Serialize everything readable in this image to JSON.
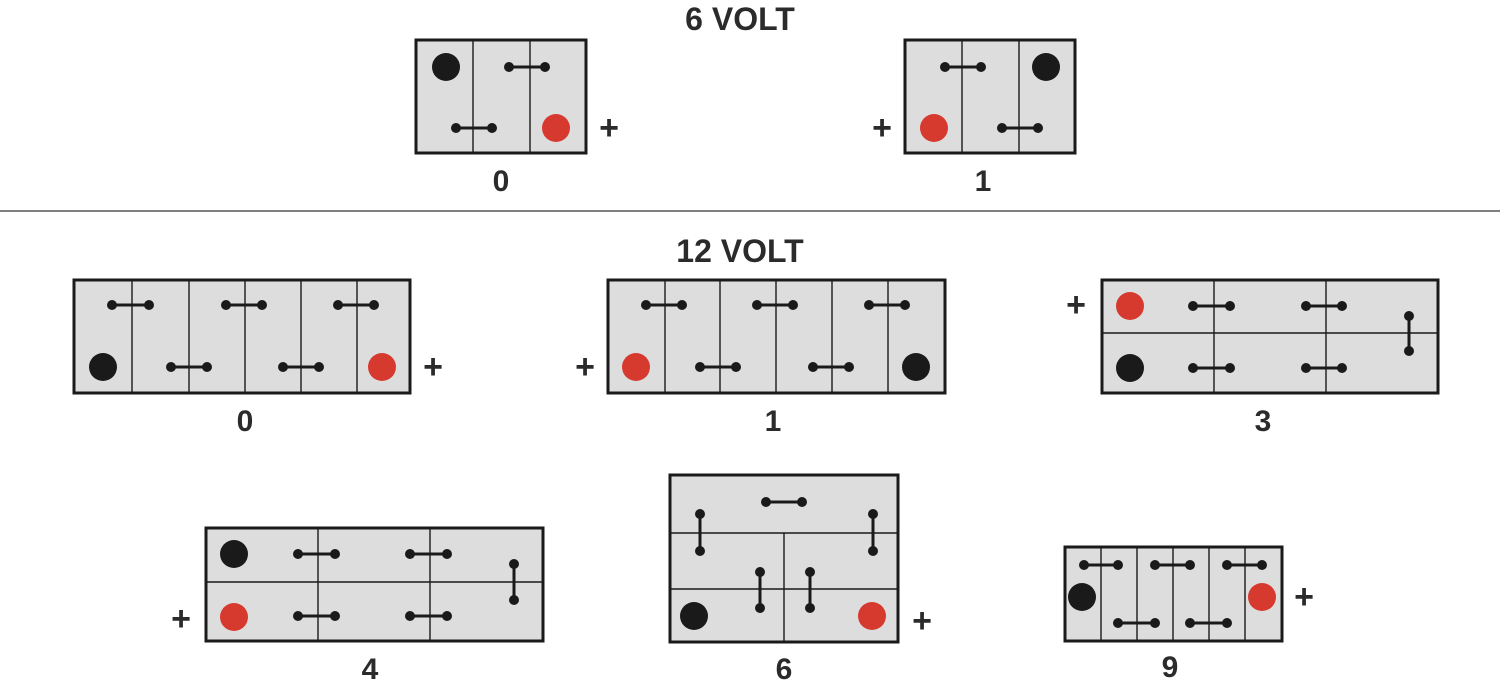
{
  "sections": {
    "six_volt": "6 VOLT",
    "twelve_volt": "12 VOLT"
  },
  "colors": {
    "positive": "#d63a2f",
    "negative": "#1a1a1a",
    "case_fill": "#dddddd"
  },
  "plus_symbol": "+",
  "layouts": {
    "v6_0": {
      "label": "0",
      "positive_side": "right"
    },
    "v6_1": {
      "label": "1",
      "positive_side": "left"
    },
    "v12_0": {
      "label": "0",
      "positive_side": "right"
    },
    "v12_1": {
      "label": "1",
      "positive_side": "left"
    },
    "v12_3": {
      "label": "3",
      "positive_side": "left"
    },
    "v12_4": {
      "label": "4",
      "positive_side": "left"
    },
    "v12_6": {
      "label": "6",
      "positive_side": "right"
    },
    "v12_9": {
      "label": "9",
      "positive_side": "right"
    }
  }
}
